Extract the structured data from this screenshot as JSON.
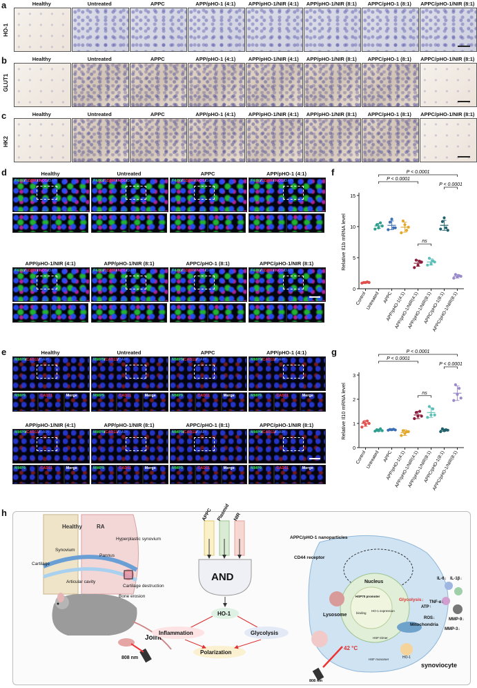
{
  "panel_labels": [
    "a",
    "b",
    "c",
    "d",
    "e",
    "f",
    "g",
    "h"
  ],
  "groups": [
    "Healthy",
    "Untreated",
    "APPC",
    "APP/pHO-1 (4:1)",
    "APP/pHO-1/NIR (4:1)",
    "APP/pHO-1/NIR (8:1)",
    "APPC/pHO-1 (8:1)",
    "APPC/pHO-1/NIR (8:1)"
  ],
  "ihc_rows": [
    "HO-1",
    "GLUT1",
    "HK2"
  ],
  "d_stain": {
    "part1": "F4/80",
    "part2": "CD206",
    "part3": "iNOS",
    "part4": "DAPI"
  },
  "e_stain": {
    "part1": "MMP9",
    "part2": "CAD11",
    "part3": "DAPI"
  },
  "e_sub": [
    "MMP9",
    "CAD11",
    "Merge"
  ],
  "chart_data": [
    {
      "type": "scatter",
      "panel": "f",
      "ylabel": "Relative Il1b mRNA level",
      "ylim": [
        0,
        15
      ],
      "yticks": [
        0,
        5,
        10,
        15
      ],
      "categories": [
        "Control",
        "Untreated",
        "APPC",
        "APP/pHO-1(4:1)",
        "APP/pHO-1/NIR(4:1)",
        "APP/pHO-1/NIR(8:1)",
        "APPC/pHO-1(8:1)",
        "APPC/pHO-1/NIR(8:1)"
      ],
      "colors": [
        "#e0504c",
        "#2e9e8e",
        "#3b6fb5",
        "#e3a82b",
        "#8a1d3b",
        "#5dbfb8",
        "#20606a",
        "#9b8ac9"
      ],
      "means": [
        1.0,
        10.1,
        10.2,
        9.9,
        4.1,
        4.3,
        10.2,
        2.0
      ],
      "points": [
        [
          0.9,
          1.0,
          1.0,
          1.1,
          1.0
        ],
        [
          9.6,
          10.3,
          9.8,
          10.6,
          10.1
        ],
        [
          9.5,
          10.7,
          11.2,
          9.8,
          9.8
        ],
        [
          9.0,
          10.9,
          10.3,
          9.4,
          9.9
        ],
        [
          3.4,
          4.6,
          3.8,
          4.4,
          4.3
        ],
        [
          3.8,
          4.9,
          4.0,
          4.5,
          4.3
        ],
        [
          9.6,
          10.8,
          11.4,
          9.8,
          9.4
        ],
        [
          1.7,
          2.3,
          1.9,
          2.1,
          2.0
        ]
      ],
      "sd": [
        0.1,
        0.4,
        0.7,
        0.8,
        0.5,
        0.5,
        0.8,
        0.3
      ],
      "comparisons": [
        {
          "from": 1,
          "to": 7,
          "label": "P < 0.0001"
        },
        {
          "from": 1,
          "to": 4,
          "label": "P < 0.0001"
        },
        {
          "from": 6,
          "to": 7,
          "label": "P < 0.0001"
        },
        {
          "from": 4,
          "to": 5,
          "label": "ns"
        }
      ]
    },
    {
      "type": "scatter",
      "panel": "g",
      "ylabel": "Relative Il10 mRNA level",
      "ylim": [
        0,
        3
      ],
      "yticks": [
        0,
        1,
        2,
        3
      ],
      "categories": [
        "Control",
        "Untreated",
        "APPC",
        "APP/pHO-1(4:1)",
        "APP/pHO-1/NIR(4:1)",
        "APP/pHO-1/NIR(8:1)",
        "APPC/pHO-1(8:1)",
        "APPC/pHO-1/NIR(8:1)"
      ],
      "colors": [
        "#e0504c",
        "#2e9e8e",
        "#3b6fb5",
        "#e3a82b",
        "#8a1d3b",
        "#5dbfb8",
        "#20606a",
        "#9b8ac9"
      ],
      "means": [
        1.0,
        0.72,
        0.74,
        0.62,
        1.35,
        1.45,
        0.72,
        2.25
      ],
      "points": [
        [
          0.85,
          1.05,
          0.95,
          1.1,
          1.0
        ],
        [
          0.68,
          0.74,
          0.7,
          0.78,
          0.7
        ],
        [
          0.72,
          0.75,
          0.74,
          0.76,
          0.73
        ],
        [
          0.5,
          0.7,
          0.58,
          0.66,
          0.66
        ],
        [
          1.2,
          1.45,
          1.3,
          1.5,
          1.3
        ],
        [
          1.25,
          1.7,
          1.35,
          1.6,
          1.35
        ],
        [
          0.66,
          0.78,
          0.7,
          0.74,
          0.72
        ],
        [
          1.95,
          2.6,
          2.2,
          2.45,
          2.05
        ]
      ],
      "sd": [
        0.12,
        0.05,
        0.03,
        0.12,
        0.15,
        0.2,
        0.05,
        0.3
      ],
      "comparisons": [
        {
          "from": 1,
          "to": 7,
          "label": "P < 0.0001"
        },
        {
          "from": 1,
          "to": 4,
          "label": "P < 0.0001"
        },
        {
          "from": 6,
          "to": 7,
          "label": "P < 0.0001"
        },
        {
          "from": 4,
          "to": 5,
          "label": "ns"
        }
      ]
    }
  ],
  "schematic": {
    "joint": {
      "healthy": "Healthy",
      "ra": "RA",
      "synovium": "Synovium",
      "cartilage": "Cartilage",
      "articular_cavity": "Articular cavity",
      "hyperplastic": "Hyperplastic synovium",
      "pannus": "Pannus",
      "destruction": "Cartilage destruction",
      "erosion": "Bone erosion",
      "joint": "Joint",
      "laser": "808 nm"
    },
    "logic": {
      "in1": "APPC",
      "in2": "Plasmid",
      "in3": "NIR",
      "gate": "AND",
      "ho1": "HO-1",
      "inflammation": "Inflammation",
      "glycolysis": "Glycolysis",
      "polarization": "Polarization"
    },
    "cell": {
      "nano": "APPC/pHO-1 nanoparticles",
      "cd44": "CD44 receptor",
      "nucleus": "Nucleus",
      "lysosome": "Lysosome",
      "hsp70": "HSP70 promoter",
      "binding": "binding",
      "ho1expr": "HO-1 expression",
      "hsftrimer": "HSF trimer",
      "hsfmono": "HSF monomer",
      "temp": "42 °C",
      "ho1": "HO-1",
      "glyc": "Glycolysis↓",
      "atp": "ATP↑",
      "ros": "ROS↓",
      "mito": "Mitochondria",
      "il6": "IL-6↓",
      "il1b": "IL-1β↓",
      "tnfa": "TNF-α↓",
      "mmp9": "MMP-9↓",
      "mmp3": "MMP-3↓",
      "cellname": "synoviocyte",
      "laser": "808 nm"
    }
  }
}
